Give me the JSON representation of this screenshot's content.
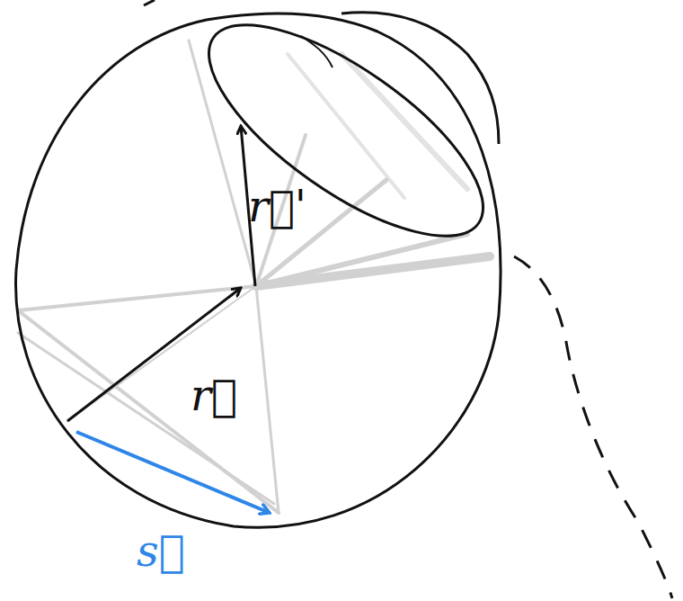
{
  "diagram": {
    "labels": [
      "r⃗'",
      "r⃗",
      "s⃗"
    ]
  }
}
